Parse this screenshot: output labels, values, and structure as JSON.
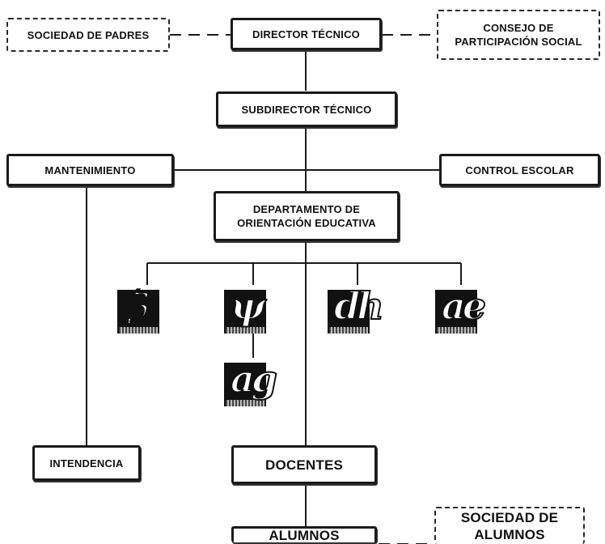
{
  "diagram": {
    "nodes": {
      "sociedad_padres": "SOCIEDAD DE PADRES",
      "director": "DIRECTOR TÉCNICO",
      "consejo": "CONSEJO DE\nPARTICIPACIÓN SOCIAL",
      "subdirector": "SUBDIRECTOR TÉCNICO",
      "mantenimiento": "MANTENIMIENTO",
      "control_escolar": "CONTROL ESCOLAR",
      "departamento": "DEPARTAMENTO DE\nORIENTACIÓN EDUCATIVA",
      "intendencia": "INTENDENCIA",
      "docentes": "DOCENTES",
      "alumnos": "ALUMNOS",
      "sociedad_alumnos": "SOCIEDAD DE\nALUMNOS"
    },
    "logos": [
      {
        "name": "logo-ts",
        "glyph": "ℨ"
      },
      {
        "name": "logo-psi",
        "glyph": "ψ"
      },
      {
        "name": "logo-dh",
        "glyph": "dh"
      },
      {
        "name": "logo-ae",
        "glyph": "ae"
      },
      {
        "name": "logo-ag",
        "glyph": "ag"
      }
    ],
    "colors": {
      "line": "#1a1a1a",
      "box_border": "#1a1a1a",
      "logo_fill": "#111111"
    }
  }
}
